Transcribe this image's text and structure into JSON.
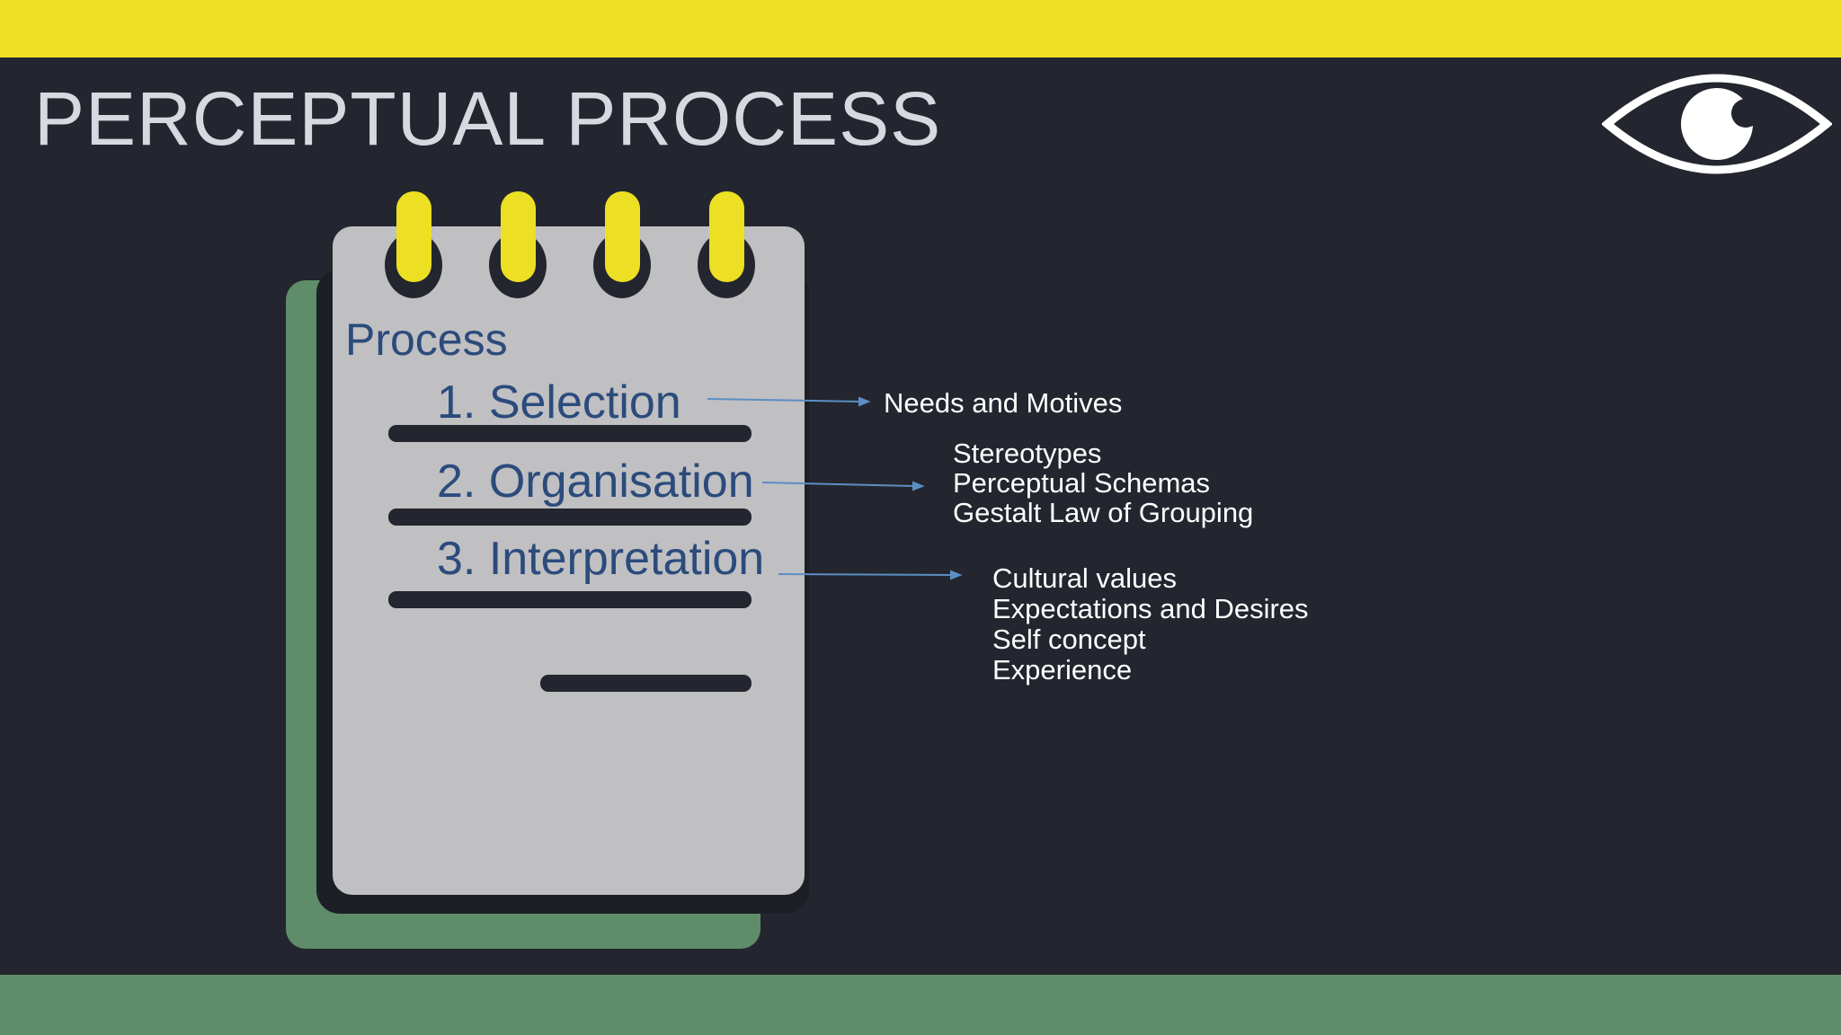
{
  "slide": {
    "title": "PERCEPTUAL PROCESS",
    "icon": "eye-icon",
    "colors": {
      "background": "#23262e",
      "top_bar": "#ecdf24",
      "bottom_bar": "#5f8c69",
      "notepad": "#c0bfc2",
      "notepad_shadow": "#5f8c69",
      "spiral_rings": "#ecdf24",
      "step_text": "#2b4b7c",
      "arrows": "#5b8ec4"
    }
  },
  "notepad": {
    "heading": "Process",
    "steps": [
      "1. Selection",
      "2. Organisation",
      "3. Interpretation"
    ]
  },
  "factors": {
    "selection": [
      "Needs and Motives"
    ],
    "organisation": [
      "Stereotypes",
      "Perceptual Schemas",
      "Gestalt Law of Grouping"
    ],
    "interpretation": [
      "Cultural values",
      "Expectations and Desires",
      "Self concept",
      "Experience"
    ]
  }
}
